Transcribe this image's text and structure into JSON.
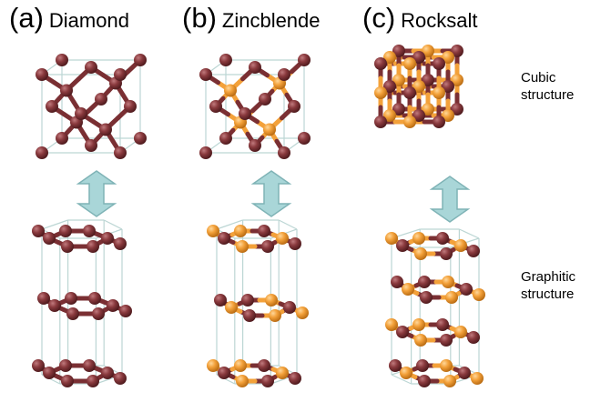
{
  "panels": [
    {
      "letter": "(a)",
      "name": "Diamond"
    },
    {
      "letter": "(b)",
      "name": "Zincblende"
    },
    {
      "letter": "(c)",
      "name": "Rocksalt"
    }
  ],
  "side_labels": {
    "cubic_line1": "Cubic",
    "cubic_line2": "structure",
    "graphitic_line1": "Graphitic",
    "graphitic_line2": "structure"
  },
  "colors": {
    "atom_dark": "#8a3a3e",
    "atom_orange": "#f3a13a",
    "bond_dark": "#7a2f33",
    "cell_edge": "#bcd6d4",
    "arrow_fill": "#a9d6d8",
    "arrow_stroke": "#7fb3b6"
  },
  "icons": [
    "double-arrow-icon"
  ]
}
